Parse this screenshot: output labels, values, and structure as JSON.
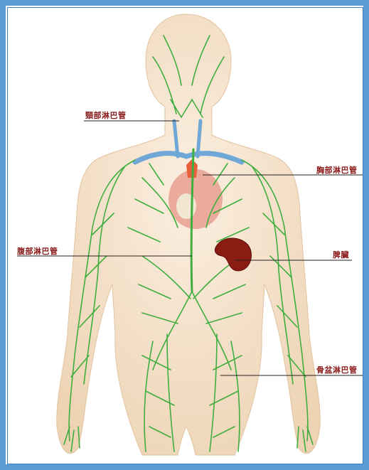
{
  "labels": {
    "neck": "頸部淋巴管",
    "chest": "胸部淋巴管",
    "abdomen": "腹部淋巴管",
    "spleen": "脾臟",
    "pelvis": "骨盆淋巴管"
  },
  "colors": {
    "frame": "#5b9bd5",
    "skin": "#f5e1c8",
    "lymph": "#3fae3f",
    "spleen": "#8b1c14",
    "heart": "#e8a090",
    "vessel": "#6fa8d6",
    "label_text": "#8b1a1a"
  }
}
